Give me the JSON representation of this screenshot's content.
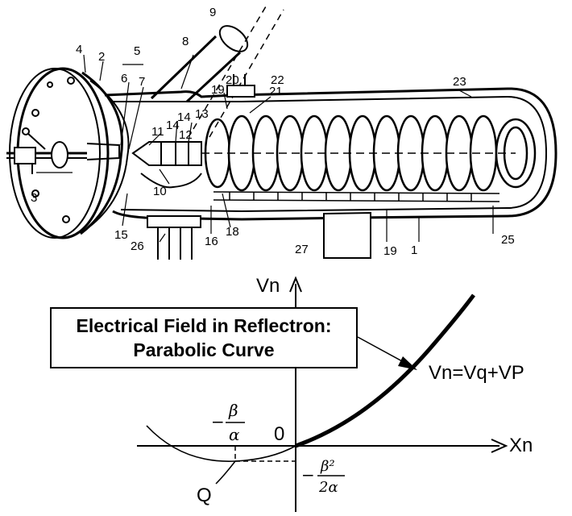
{
  "apparatus": {
    "part_numbers": [
      "1",
      "2",
      "3",
      "4",
      "5",
      "6",
      "7",
      "8",
      "9",
      "10",
      "11",
      "12",
      "13",
      "14",
      "14",
      "15",
      "16",
      "18",
      "19",
      "19",
      "20",
      "21",
      "22",
      "23",
      "25",
      "26",
      "27"
    ]
  },
  "graph": {
    "title_line1": "Electrical Field in Reflectron:",
    "title_line2": "Parabolic Curve",
    "y_axis_label": "Vn",
    "x_axis_label": "Xn",
    "origin_label": "0",
    "curve_equation": "Vn=Vq+VP",
    "vertex_label": "Q",
    "vertex_x_label": {
      "sign": "−",
      "numerator": "β",
      "denominator": "α"
    },
    "vertex_y_label": {
      "sign": "−",
      "numerator": "β²",
      "denominator": "2α"
    }
  }
}
